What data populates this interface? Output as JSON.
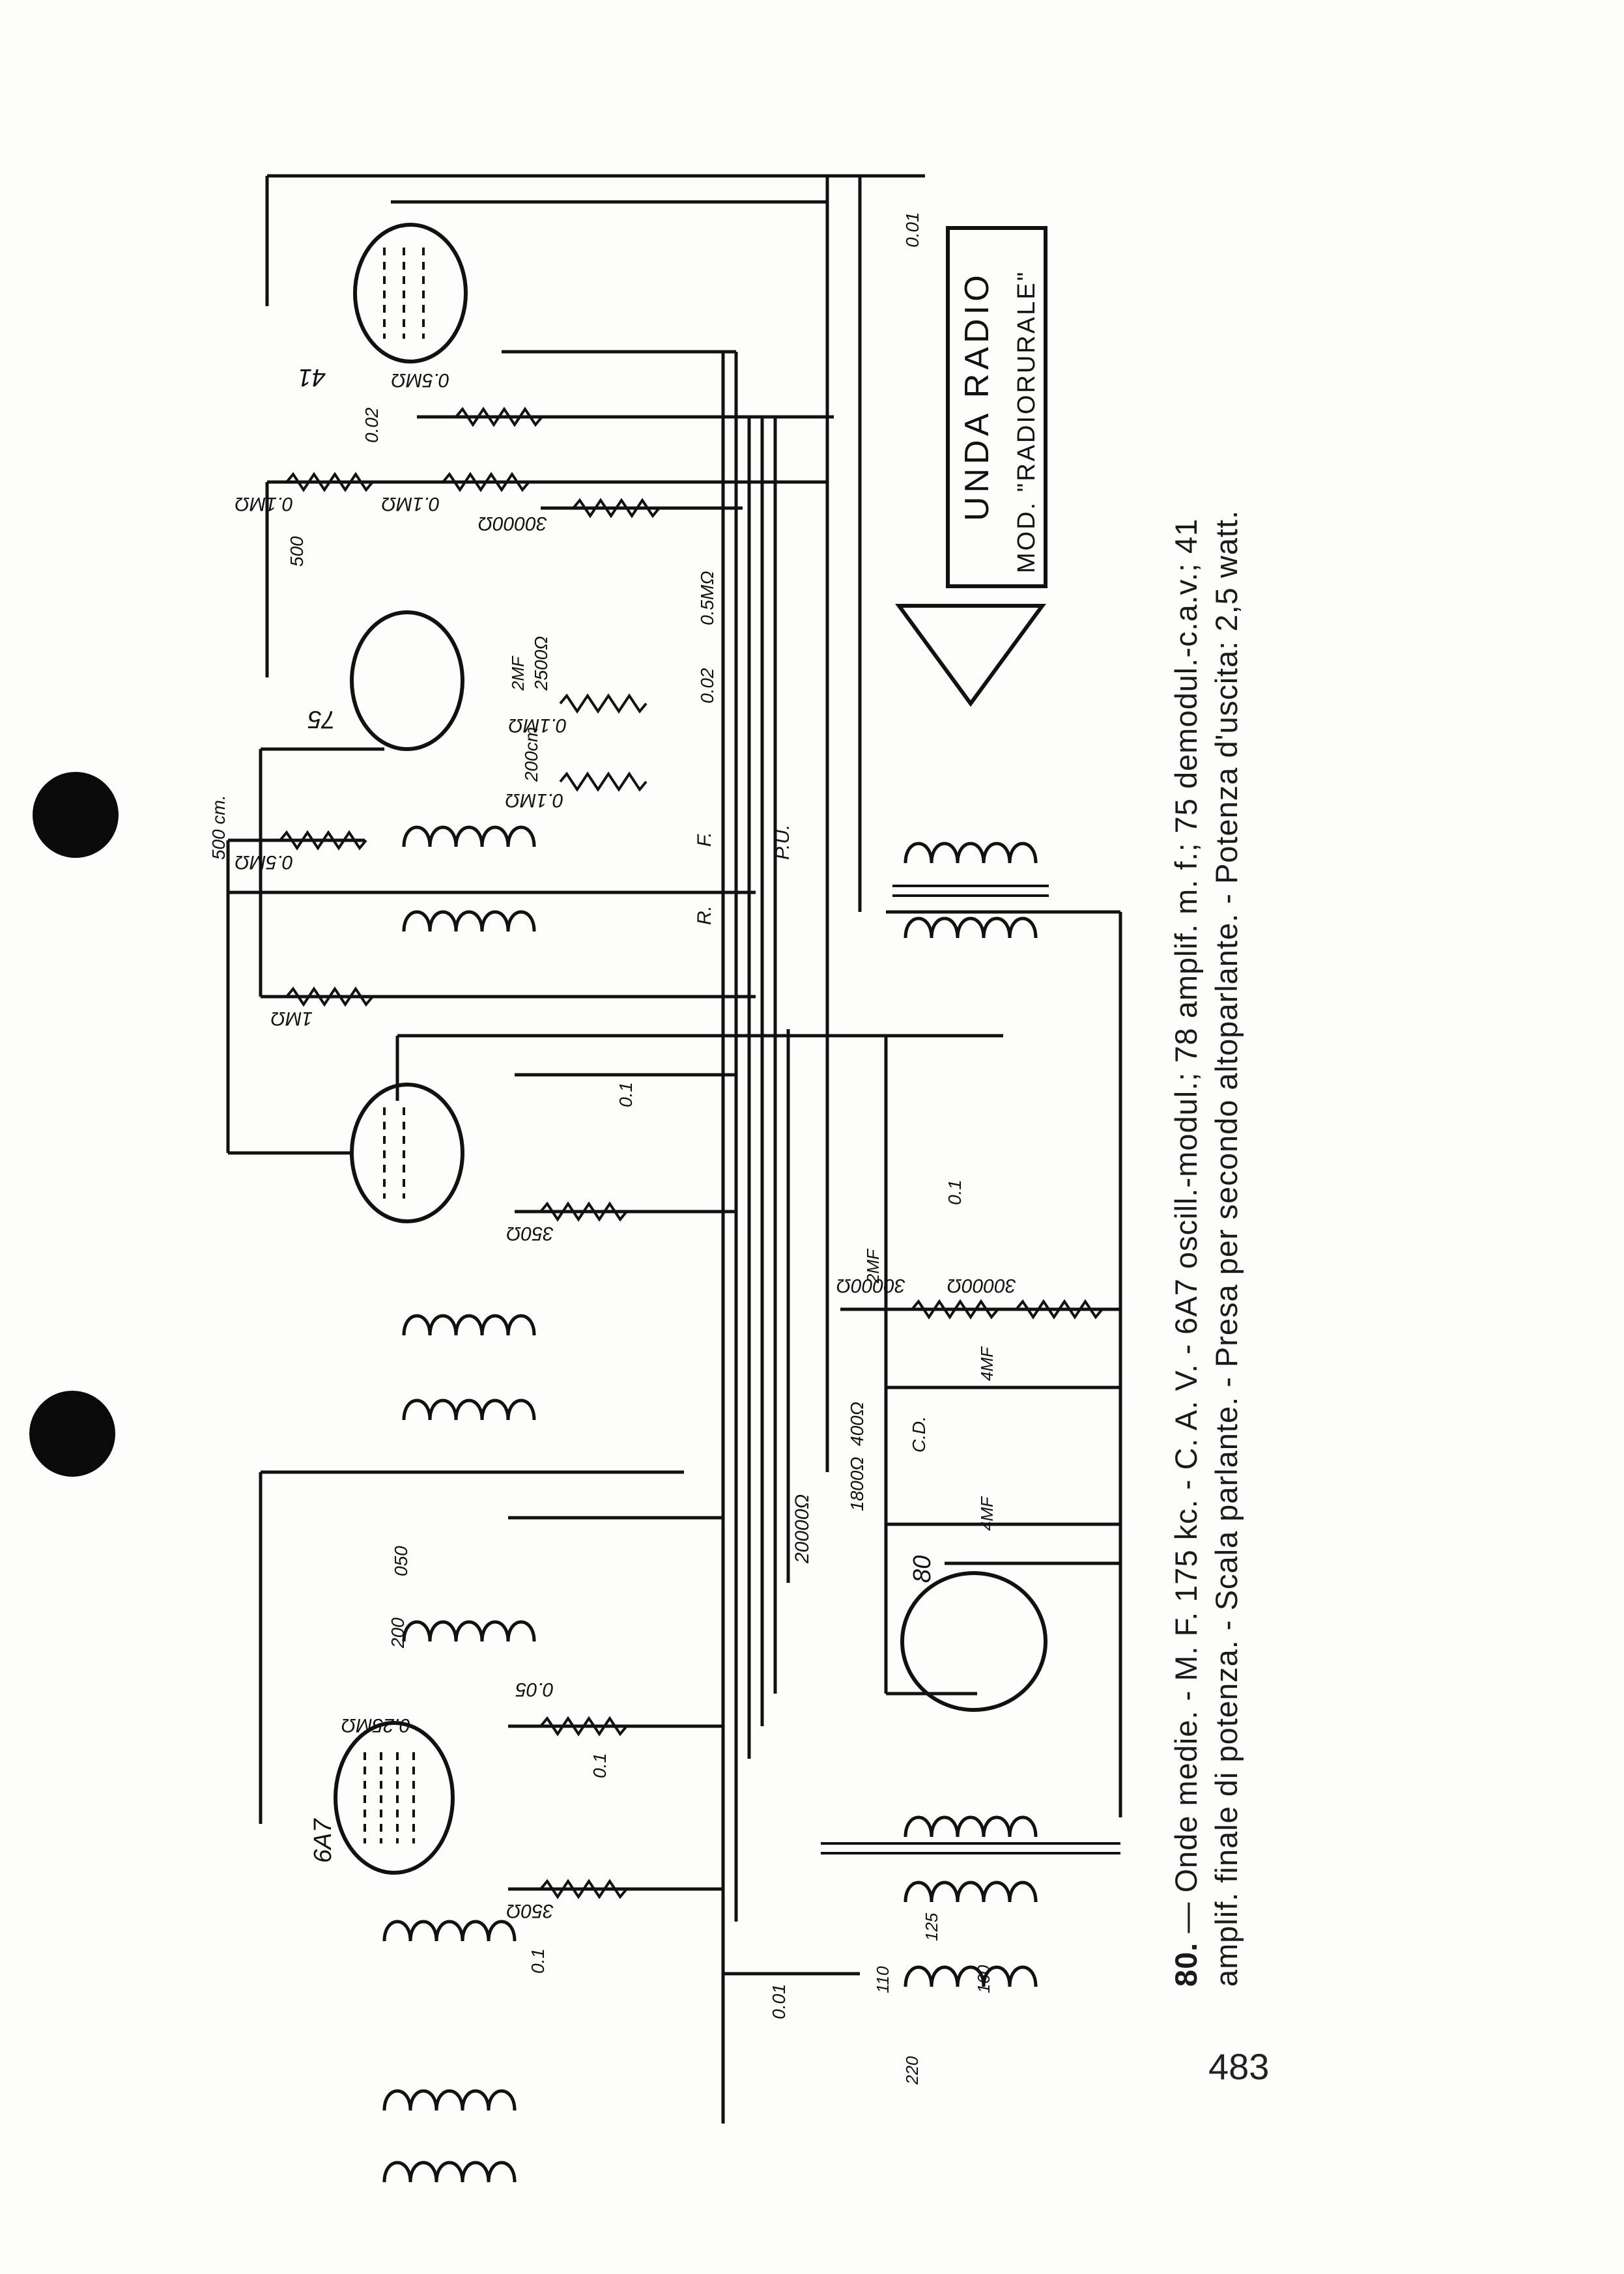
{
  "caption": {
    "number": "80.",
    "line1": "— Onde medie. - M. F. 175 kc. - C. A. V. - 6A7 oscill.-modul.; 78 amplif. m. f.; 75 demodul.-c.a.v.; 41",
    "line2": "amplif. finale di potenza. - Scala parlante. - Presa per secondo altoparlante. - Potenza d'uscita: 2,5 watt."
  },
  "page_number": "483",
  "nameplate": {
    "line1": "UNDA RADIO",
    "line2": "MOD. \"RADIORURALE\""
  },
  "tube_labels": {
    "t41": "41",
    "t75": "75",
    "t6a7": "6A7",
    "t80": "80"
  },
  "component_labels": {
    "c_top": "0.01",
    "c_002a": "0.02",
    "r_05m": "0.5MΩ",
    "r_01m_a": "0.1MΩ",
    "r_01m_b": "0.1MΩ",
    "c_500": "500",
    "r_30000": "30000Ω",
    "pot_05": "0.5MΩ",
    "r_2500": "2500Ω",
    "c_2mf": "2MF",
    "c_002b": "0.02",
    "c_200cm": "200cm",
    "r_01m_c": "0.1MΩ",
    "r_01m_d": "0.1MΩ",
    "c_500cm": "500 cm.",
    "r_05m_b": "0.5MΩ",
    "r_1m": "1MΩ",
    "sw_f": "F.",
    "sw_r": "R.",
    "sw_pu": "P.U.",
    "c_01a": "0.1",
    "r_350a": "350Ω",
    "c_2mf_b": "2MF",
    "c_01b": "0.1",
    "r_30000b": "30000Ω",
    "r_30000c": "30000Ω",
    "c_4mf_a": "4MF",
    "r_400": "400Ω",
    "cd": "C.D.",
    "r_1800": "1800Ω",
    "c_4mf_b": "4MF",
    "r_20000": "20000Ω",
    "c_200": "200",
    "c_050": "050",
    "c_005": "0.05",
    "r_025m": "0.25MΩ",
    "c_01c": "0.1",
    "r_350b": "350Ω",
    "c_01d": "0.1",
    "c_001": "0.01",
    "v110": "110",
    "v125": "125",
    "v160": "160",
    "v220": "220"
  },
  "colors": {
    "ink": "#111111",
    "paper": "#fdfdfb",
    "holes": "#0a0a0a"
  }
}
